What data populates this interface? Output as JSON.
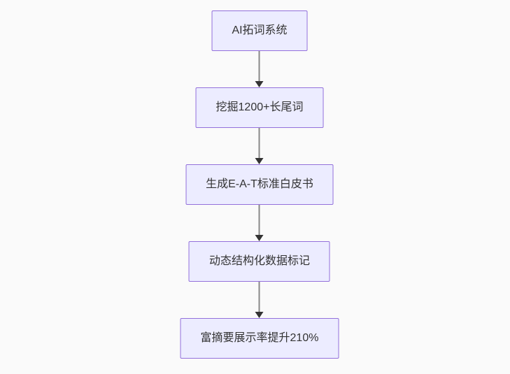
{
  "page": {
    "background_color": "#fafafa"
  },
  "flowchart": {
    "type": "vertical-flow-diagram",
    "node_fill_color": "#ECECFF",
    "node_border_color": "#9370DB",
    "node_text_color": "#333333",
    "arrow_line_color": "#888888",
    "arrow_head_color": "#333333",
    "nodes": [
      {
        "id": "node-1",
        "label": "AI拓词系统"
      },
      {
        "id": "node-2",
        "label": "挖掘1200+长尾词"
      },
      {
        "id": "node-3",
        "label": "生成E-A-T标准白皮书"
      },
      {
        "id": "node-4",
        "label": "动态结构化数据标记"
      },
      {
        "id": "node-5",
        "label": "富摘要展示率提升210%"
      }
    ],
    "edges": [
      {
        "from": "node-1",
        "to": "node-2"
      },
      {
        "from": "node-2",
        "to": "node-3"
      },
      {
        "from": "node-3",
        "to": "node-4"
      },
      {
        "from": "node-4",
        "to": "node-5"
      }
    ]
  }
}
